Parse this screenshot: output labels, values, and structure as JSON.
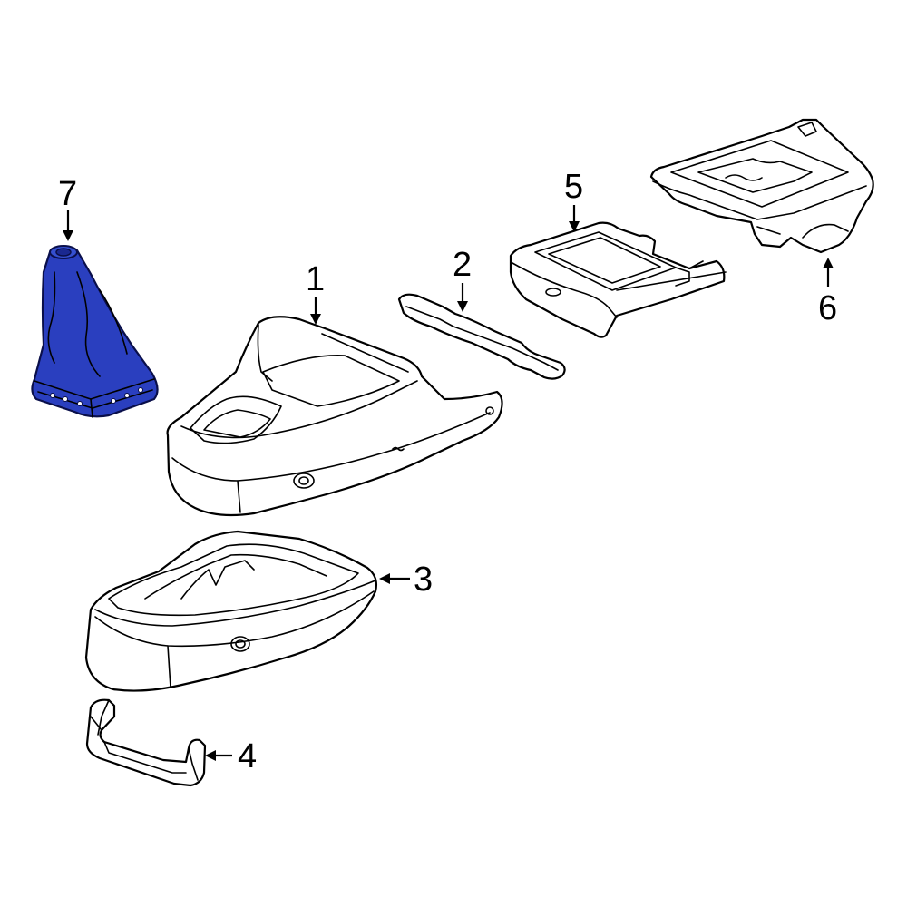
{
  "diagram": {
    "highlight_color": "#2a3fbf",
    "highlight_stroke": "#0a0f4a",
    "line_color": "#000000",
    "background": "#ffffff",
    "highlighted_callout": "7",
    "callouts": [
      {
        "id": "1",
        "label": "1"
      },
      {
        "id": "2",
        "label": "2"
      },
      {
        "id": "3",
        "label": "3"
      },
      {
        "id": "4",
        "label": "4"
      },
      {
        "id": "5",
        "label": "5"
      },
      {
        "id": "6",
        "label": "6"
      },
      {
        "id": "7",
        "label": "7"
      }
    ]
  }
}
